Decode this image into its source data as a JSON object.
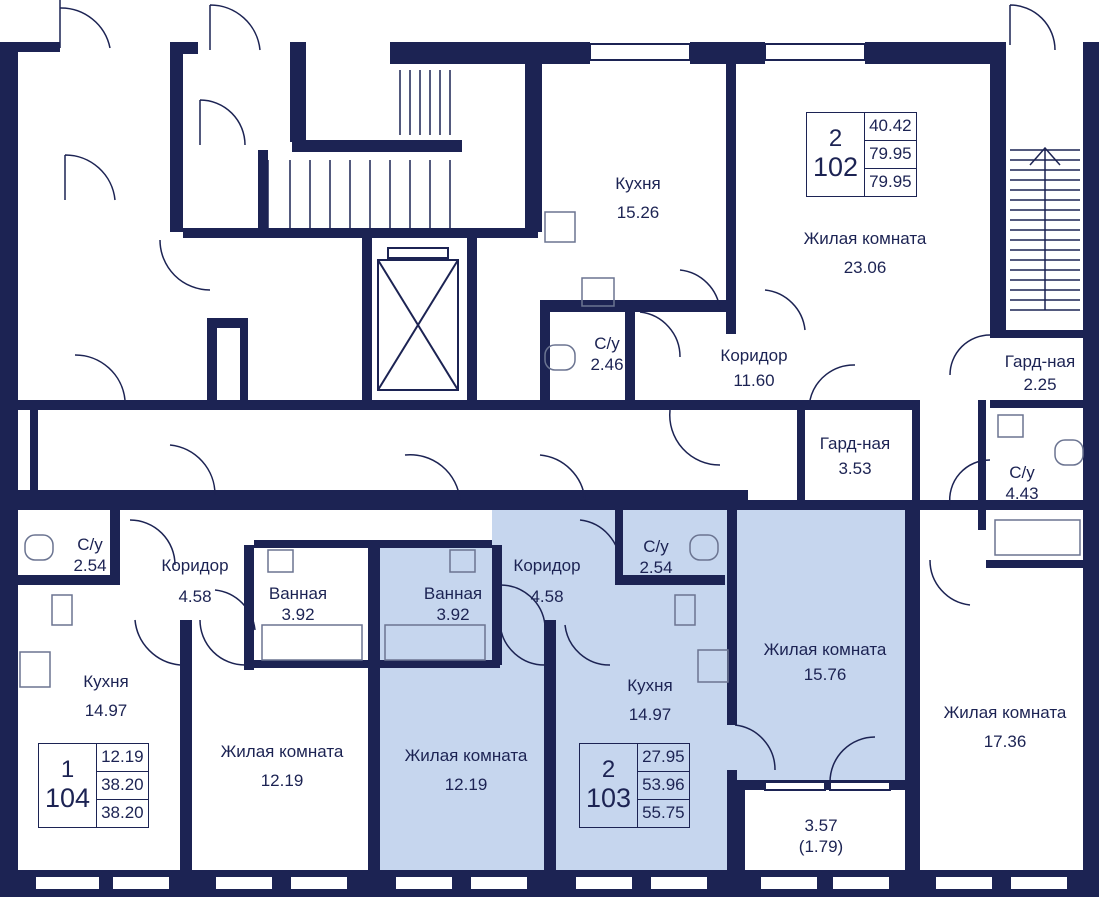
{
  "colors": {
    "wall": "#1c2353",
    "highlight": "#c6d6ee",
    "fixture": "#6b7491",
    "background": "#ffffff"
  },
  "icons": [
    "door-arc-icon",
    "window-icon",
    "stair-arrow-icon",
    "elevator-cross-icon",
    "stove-icon",
    "sink-icon",
    "toilet-icon",
    "bathtub-icon",
    "washing-machine-icon"
  ],
  "rooms": [
    {
      "name": "Кухня",
      "area": "15.26"
    },
    {
      "name": "Жилая комната",
      "area": "23.06"
    },
    {
      "name": "С/у",
      "area": "2.46"
    },
    {
      "name": "Коридор",
      "area": "11.60"
    },
    {
      "name": "Гард-ная",
      "area": "2.25"
    },
    {
      "name": "Гард-ная",
      "area": "3.53"
    },
    {
      "name": "С/у",
      "area": "4.43"
    },
    {
      "name": "С/у",
      "area": "2.54"
    },
    {
      "name": "Коридор",
      "area": "4.58"
    },
    {
      "name": "Ванная",
      "area": "3.92"
    },
    {
      "name": "Ванная",
      "area": "3.92"
    },
    {
      "name": "Коридор",
      "area": "4.58"
    },
    {
      "name": "С/у",
      "area": "2.54"
    },
    {
      "name": "Жилая комната",
      "area": "15.76"
    },
    {
      "name": "Кухня",
      "area": "14.97"
    },
    {
      "name": "Кухня",
      "area": "14.97"
    },
    {
      "name": "Жилая комната",
      "area": "12.19"
    },
    {
      "name": "Жилая комната",
      "area": "12.19"
    },
    {
      "name": "Жилая комната",
      "area": "17.36"
    },
    {
      "name": "3.57",
      "area": "(1.79)"
    }
  ],
  "apartments": [
    {
      "rooms": "2",
      "number": "102",
      "living": "40.42",
      "total": "79.95",
      "total_with_balcony": "79.95"
    },
    {
      "rooms": "1",
      "number": "104",
      "living": "12.19",
      "total": "38.20",
      "total_with_balcony": "38.20"
    },
    {
      "rooms": "2",
      "number": "103",
      "living": "27.95",
      "total": "53.96",
      "total_with_balcony": "55.75"
    }
  ]
}
